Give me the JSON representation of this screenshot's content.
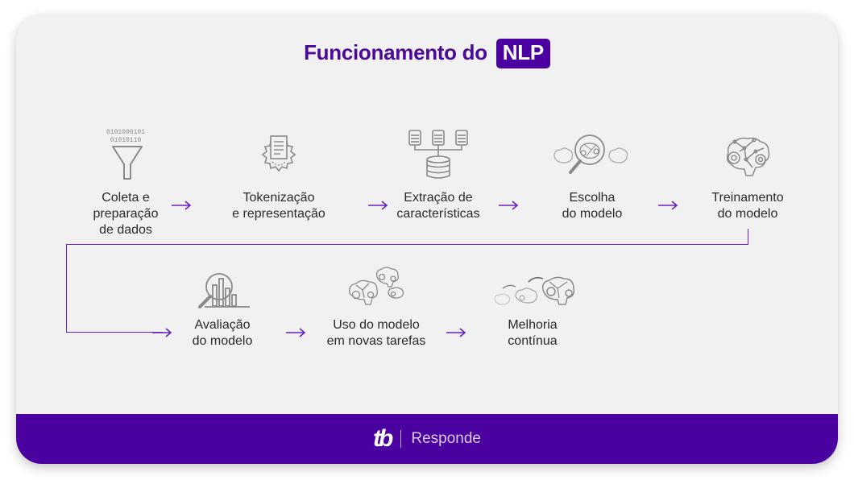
{
  "title": {
    "text": "Funcionamento do",
    "badge": "NLP"
  },
  "colors": {
    "accent": "#4b00a0",
    "arrow": "#6a1fc2",
    "background": "#f1f1f1",
    "icon": "#8a8a8a",
    "text": "#2a2a2a"
  },
  "row1": [
    {
      "label": "Coleta e\npreparação\nde dados",
      "icon": "funnel-icon",
      "icon_text": [
        "0101000101",
        "01010110"
      ]
    },
    {
      "label": "Tokenização\ne representação",
      "icon": "document-gear-icon"
    },
    {
      "label": "Extração de\ncaracterísticas",
      "icon": "database-tree-icon"
    },
    {
      "label": "Escolha\ndo modelo",
      "icon": "brain-magnifier-icon"
    },
    {
      "label": "Treinamento\ndo modelo",
      "icon": "brain-gears-icon"
    }
  ],
  "row2": [
    {
      "label": "Avaliação\ndo modelo",
      "icon": "chart-magnifier-icon"
    },
    {
      "label": "Uso do modelo\nem novas tarefas",
      "icon": "brains-cluster-icon"
    },
    {
      "label": "Melhoria\ncontínua",
      "icon": "brains-progression-icon"
    }
  ],
  "footer": {
    "logo": "tb",
    "brand": "Responde"
  }
}
